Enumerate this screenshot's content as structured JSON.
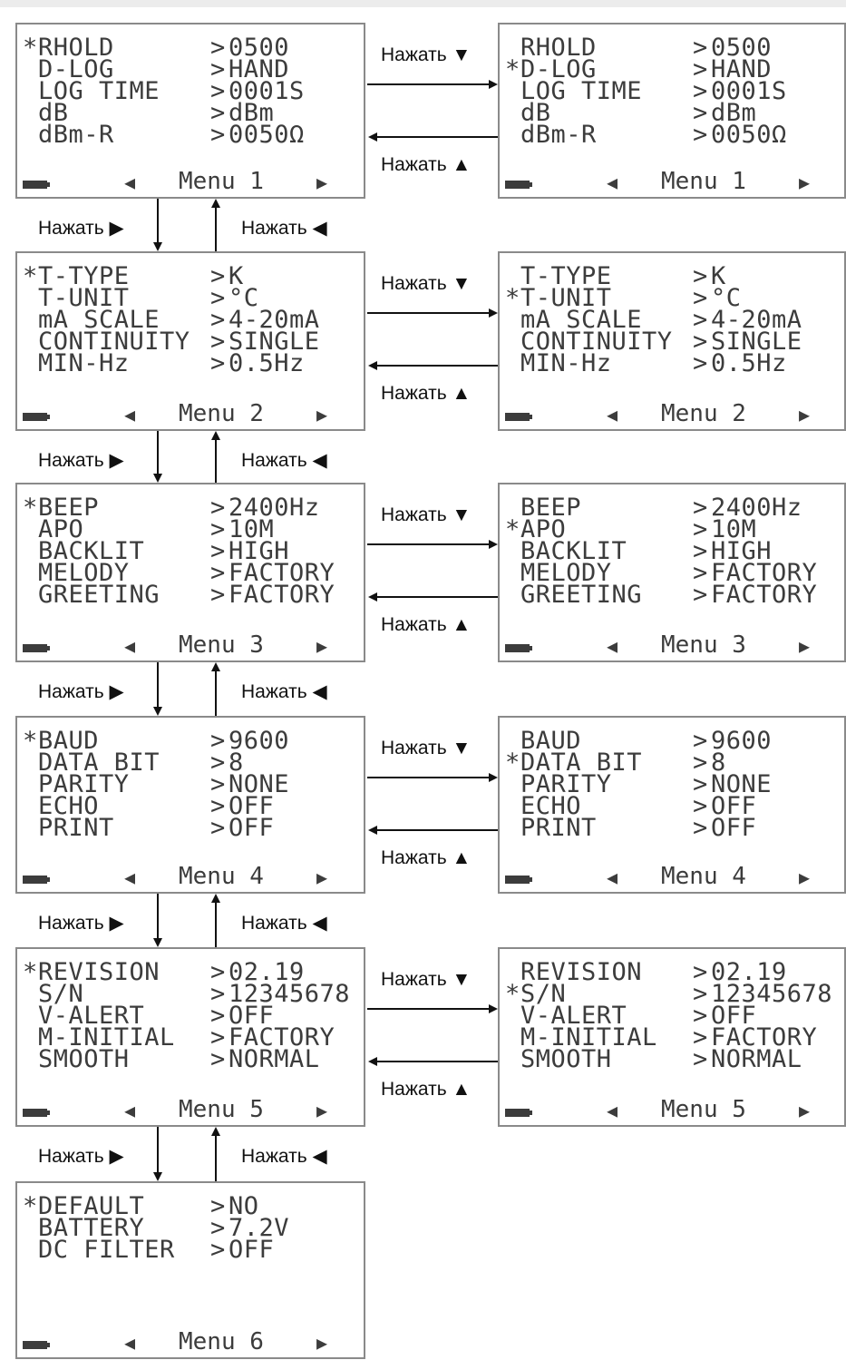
{
  "menus": [
    {
      "footer": "Menu 1",
      "rows": [
        {
          "label": "RHOLD",
          "value": "0500"
        },
        {
          "label": "D-LOG",
          "value": "HAND"
        },
        {
          "label": "LOG TIME",
          "value": "0001S"
        },
        {
          "label": "dB",
          "value": "dBm"
        },
        {
          "label": "dBm-R",
          "value": "0050Ω"
        }
      ]
    },
    {
      "footer": "Menu 2",
      "rows": [
        {
          "label": "T-TYPE",
          "value": "K"
        },
        {
          "label": "T-UNIT",
          "value": "°C"
        },
        {
          "label": "mA SCALE",
          "value": "4-20mA"
        },
        {
          "label": "CONTINUITY",
          "value": "SINGLE"
        },
        {
          "label": "MIN-Hz",
          "value": "0.5Hz"
        }
      ]
    },
    {
      "footer": "Menu 3",
      "rows": [
        {
          "label": "BEEP",
          "value": "2400Hz"
        },
        {
          "label": "APO",
          "value": "10M"
        },
        {
          "label": "BACKLIT",
          "value": "HIGH"
        },
        {
          "label": "MELODY",
          "value": "FACTORY"
        },
        {
          "label": "GREETING",
          "value": "FACTORY"
        }
      ]
    },
    {
      "footer": "Menu 4",
      "rows": [
        {
          "label": "BAUD",
          "value": "9600"
        },
        {
          "label": "DATA BIT",
          "value": "8"
        },
        {
          "label": "PARITY",
          "value": "NONE"
        },
        {
          "label": "ECHO",
          "value": "OFF"
        },
        {
          "label": "PRINT",
          "value": "OFF"
        }
      ]
    },
    {
      "footer": "Menu 5",
      "rows": [
        {
          "label": "REVISION",
          "value": "02.19"
        },
        {
          "label": "S/N",
          "value": "12345678"
        },
        {
          "label": "V-ALERT",
          "value": "OFF"
        },
        {
          "label": "M-INITIAL",
          "value": "FACTORY"
        },
        {
          "label": "SMOOTH",
          "value": "NORMAL"
        }
      ]
    },
    {
      "footer": "Menu 6",
      "rows": [
        {
          "label": "DEFAULT",
          "value": "NO"
        },
        {
          "label": "BATTERY",
          "value": "7.2V"
        },
        {
          "label": "DC FILTER",
          "value": "OFF"
        }
      ]
    }
  ],
  "symbols": {
    "selected": "*",
    "separator": ">",
    "footer_left": "◀",
    "footer_right": "▶"
  },
  "instructions": {
    "press_down": "Нажать ▼",
    "press_up": "Нажать ▲",
    "press_right": "Нажать ▶",
    "press_left": "Нажать ◀"
  }
}
